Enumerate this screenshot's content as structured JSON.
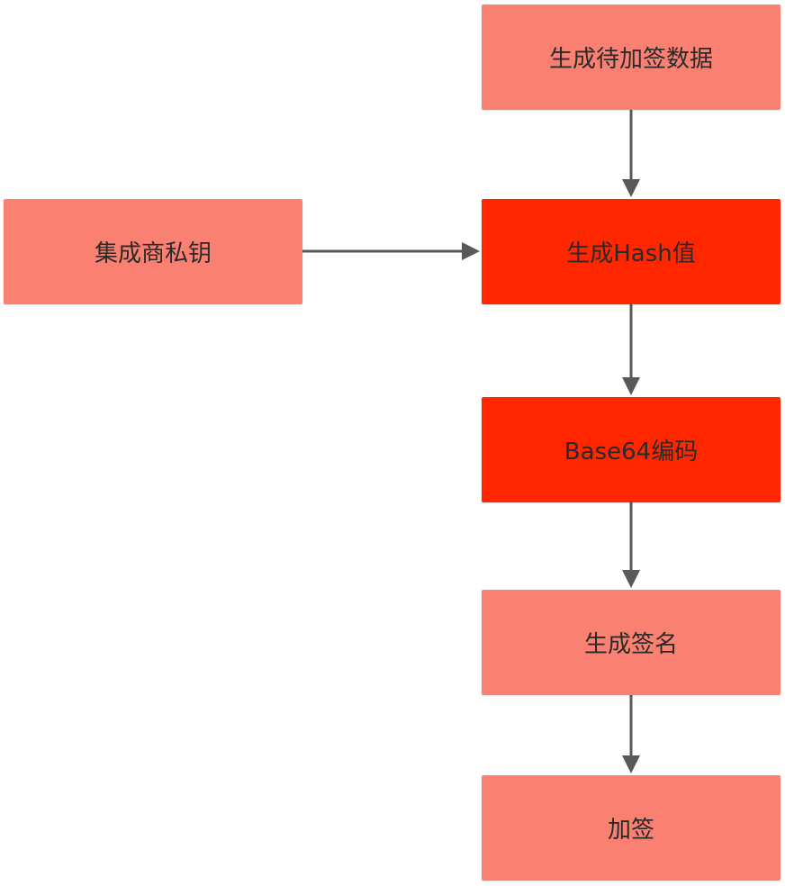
{
  "colors": {
    "light_node": "#FA8072",
    "dark_node": "#FF2600",
    "edge": "#595959",
    "background": "#FFFFFF"
  },
  "nodes": {
    "data": {
      "label": "生成待加签数据",
      "style": "light"
    },
    "key": {
      "label": "集成商私钥",
      "style": "light"
    },
    "hash": {
      "label": "生成Hash值",
      "style": "dark"
    },
    "base64": {
      "label": "Base64编码",
      "style": "dark"
    },
    "sign": {
      "label": "生成签名",
      "style": "light"
    },
    "final": {
      "label": "加签",
      "style": "light"
    }
  },
  "edges": [
    {
      "from": "data",
      "to": "hash"
    },
    {
      "from": "key",
      "to": "hash"
    },
    {
      "from": "hash",
      "to": "base64"
    },
    {
      "from": "base64",
      "to": "sign"
    },
    {
      "from": "sign",
      "to": "final"
    }
  ]
}
